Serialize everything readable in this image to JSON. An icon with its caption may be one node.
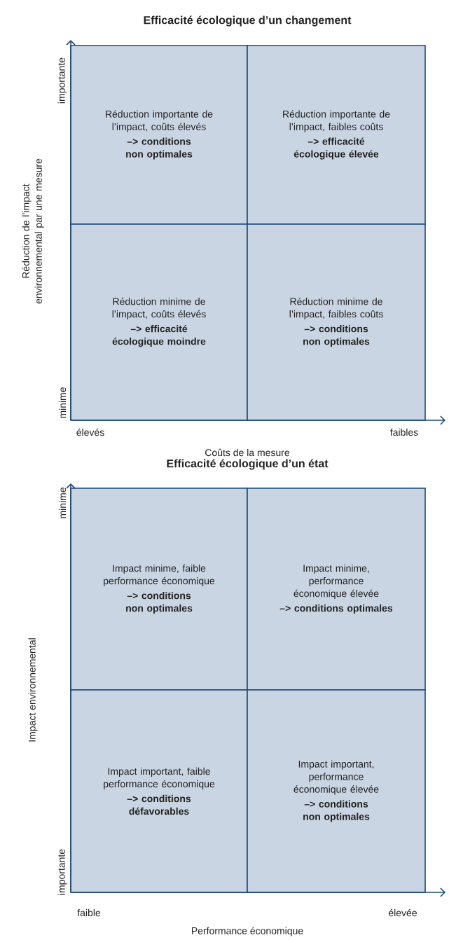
{
  "diagram": {
    "nodes": [
      {
        "text": [
          "Réduction importante de l’impact, coûts élevés",
          "–> conditions non optimales"
        ]
      },
      {
        "text": [
          "Réduction importante de l’impact, faibles coûts",
          "–> efficacité écologique élevée"
        ]
      },
      {
        "text": [
          "Réduction minime de l’impact, coûts élevés",
          "–> efficacité écologique moindre"
        ]
      },
      {
        "text": [
          "Réduction minime de l’impact, faibles coûts",
          "–> conditions non optimales"
        ]
      },
      {
        "text": [
          "Impact minime, faible performance économique",
          "–> conditions non optimales"
        ]
      },
      {
        "text": [
          "Impact minime, performance économique élevée",
          "–> conditions optimales"
        ]
      },
      {
        "text": [
          "Impact important, faible performance économique",
          "–> conditions défavorables"
        ]
      },
      {
        "text": [
          "Impact important, performance économique élevée",
          "–> conditions non optimales"
        ]
      }
    ],
    "labels": [
      "Efficacité écologique d’un changement",
      "Réduction de l’impact environnemental par une mesure",
      "importante",
      "minime",
      "élevés",
      "faibles",
      "Coûts de la mesure",
      "Efficacité écologique d’un état",
      "Impact environnemental",
      "minime",
      "importante",
      "faible",
      "élevée",
      "Performance économique"
    ]
  }
}
